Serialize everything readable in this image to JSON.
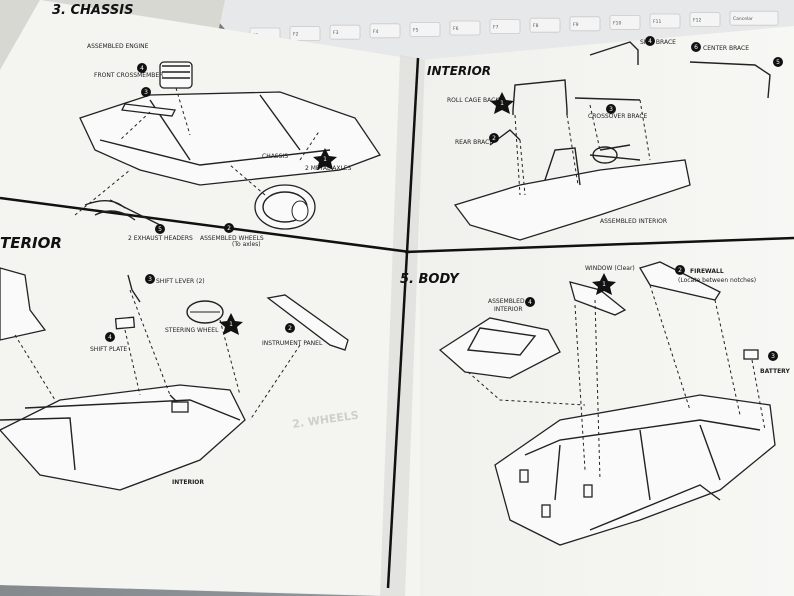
{
  "keyboard": {
    "keys": [
      "F1",
      "F2",
      "F3",
      "F4",
      "F5",
      "F6",
      "F7",
      "F8",
      "F9",
      "F10",
      "F11",
      "F12",
      "Cancelar"
    ]
  },
  "sections": {
    "chassis": {
      "title": "3. CHASSIS",
      "labels": {
        "assembled_engine": "ASSEMBLED ENGINE",
        "front_crossmember": "FRONT CROSSMEMBER",
        "chassis": "CHASSIS",
        "metal_axles": "2 METAL AXLES",
        "exhaust_headers": "2 EXHAUST HEADERS",
        "assembled_wheels": "ASSEMBLED WHEELS",
        "to_axles": "(To axles)"
      },
      "steps": [
        "4",
        "3",
        "1",
        "2",
        "5"
      ]
    },
    "interior_top": {
      "title": "INTERIOR",
      "labels": {
        "side_brace": "SIDE BRACE",
        "center_brace": "CENTER BRACE",
        "roll_cage_back": "ROLL CAGE BACK",
        "crossover_brace": "CROSSOVER BRACE",
        "rear_brace": "REAR BRACE",
        "assembled_interior": "ASSEMBLED INTERIOR"
      },
      "steps": [
        "4",
        "6",
        "5",
        "1",
        "3",
        "2"
      ]
    },
    "interior_bottom": {
      "title": "TERIOR",
      "labels": {
        "shift_lever": "SHIFT LEVER (2)",
        "shift_plate": "SHIFT PLATE",
        "steering_wheel": "STEERING WHEEL",
        "instrument_panel": "INSTRUMENT PANEL",
        "interior": "INTERIOR"
      },
      "steps": [
        "3",
        "4",
        "1",
        "2"
      ]
    },
    "body": {
      "title": "5. BODY",
      "labels": {
        "window": "WINDOW (Clear)",
        "firewall": "FIREWALL",
        "firewall_note": "(Locate between notches)",
        "assembled_interior_1": "ASSEMBLED",
        "assembled_interior_2": "INTERIOR",
        "battery": "BATTERY",
        "ghost_text": "2. WHEELS"
      },
      "steps": [
        "1",
        "2",
        "4",
        "3"
      ]
    }
  },
  "colors": {
    "paper": "#f6f6f3",
    "ink": "#1a1a1a",
    "background": "#8a8f94"
  }
}
